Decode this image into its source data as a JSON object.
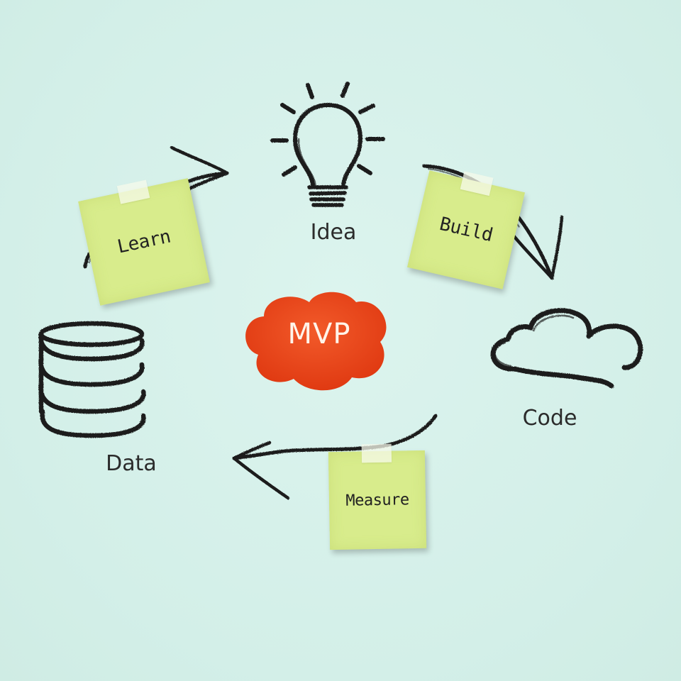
{
  "center": {
    "label": "MVP"
  },
  "nodes": {
    "idea": {
      "label": "Idea",
      "icon": "lightbulb-icon"
    },
    "code": {
      "label": "Code",
      "icon": "cloud-icon"
    },
    "data": {
      "label": "Data",
      "icon": "database-icon"
    }
  },
  "notes": {
    "build": {
      "label": "Build"
    },
    "measure": {
      "label": "Measure"
    },
    "learn": {
      "label": "Learn"
    }
  },
  "colors": {
    "background": "#d6f1ea",
    "sticky_note": "#d8ec8c",
    "mvp_cloud": "#e8461c",
    "ink": "#1c1c1c"
  }
}
